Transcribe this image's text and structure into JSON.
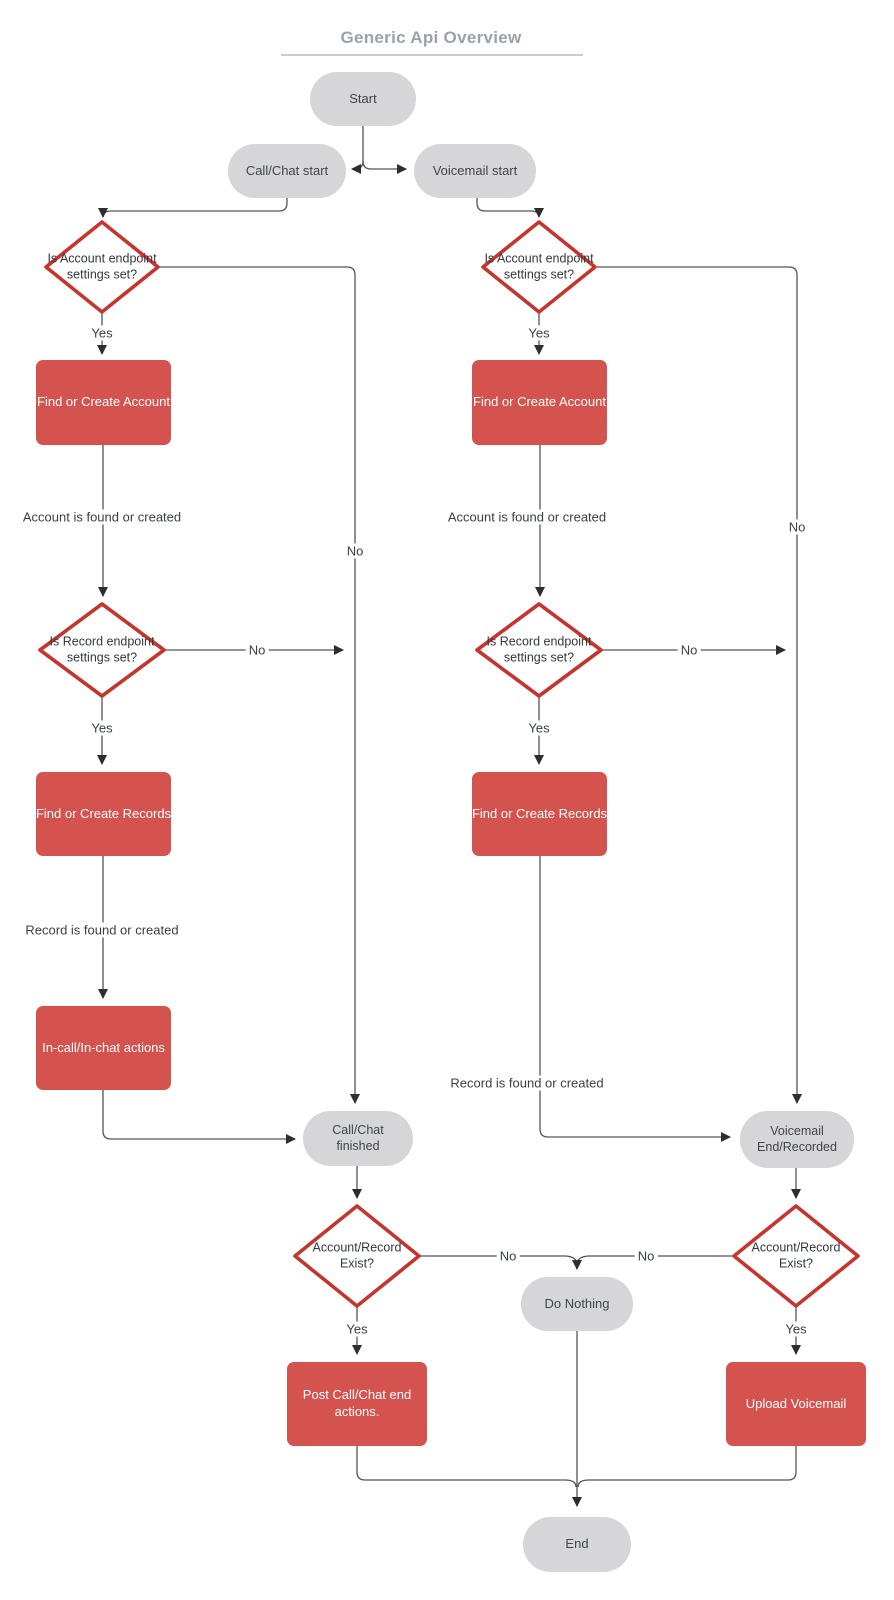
{
  "title": "Generic Api Overview",
  "colors": {
    "process-red": "#d5534e",
    "decision-red": "#c5352e",
    "terminal-gray": "#d6d6d8",
    "title-gray": "#9aa1ad",
    "line-gray": "#545454",
    "text-dark": "#33383e"
  },
  "nodes": {
    "start": "Start",
    "callchat_start": "Call/Chat start",
    "voicemail_start": "Voicemail start",
    "is_account_set_left": "Is Account endpoint settings set?",
    "find_or_create_account_left": "Find or Create Account",
    "is_record_set_left": "Is Record endpoint settings set?",
    "find_or_create_records_left": "Find or Create Records",
    "incall_inchat_actions": "In-call/In-chat actions",
    "callchat_finished": "Call/Chat finished",
    "is_account_set_right": "Is Account endpoint settings set?",
    "find_or_create_account_right": "Find or Create Account",
    "is_record_set_right": "Is Record endpoint settings set?",
    "find_or_create_records_right": "Find or Create Records",
    "voicemail_end_recorded": "Voicemail End/Recorded",
    "account_record_exist_left": "Account/Record Exist?",
    "account_record_exist_right": "Account/Record Exist?",
    "do_nothing": "Do Nothing",
    "post_callchat_end_actions": "Post Call/Chat end actions.",
    "upload_voicemail": "Upload Voicemail",
    "end": "End"
  },
  "edge_labels": {
    "yes_account_left": "Yes",
    "yes_account_right": "Yes",
    "no_account_left": "No",
    "no_account_right": "No",
    "account_found_left": "Account is found or created",
    "account_found_right": "Account is found or created",
    "yes_record_left": "Yes",
    "yes_record_right": "Yes",
    "no_record_left": "No",
    "no_record_right": "No",
    "record_found_left": "Record is found or created",
    "record_found_right": "Record is found or created",
    "no_exist_left": "No",
    "no_exist_right": "No",
    "yes_exist_left": "Yes",
    "yes_exist_right": "Yes"
  }
}
